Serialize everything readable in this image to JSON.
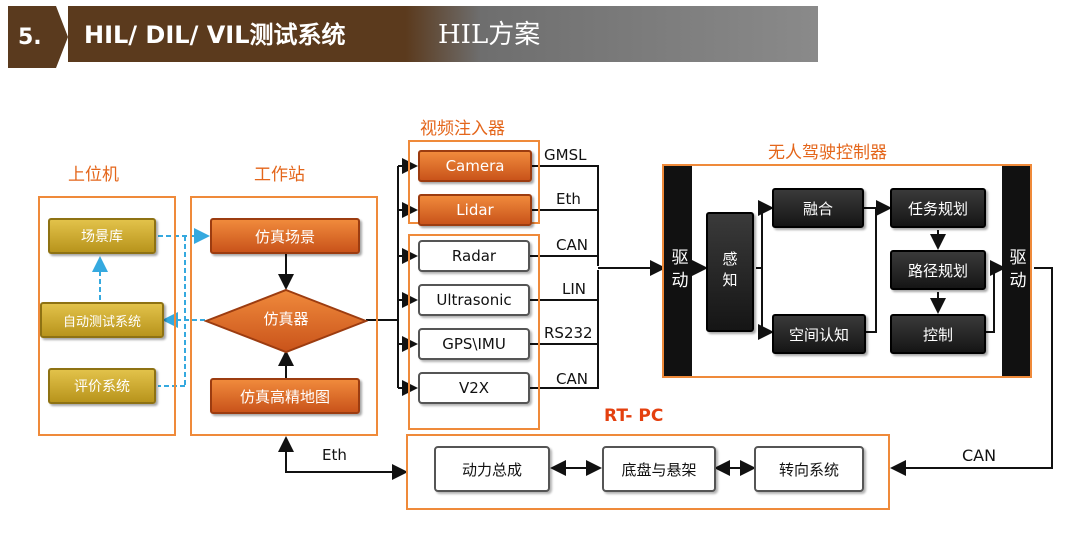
{
  "header": {
    "number": "5.",
    "title": "HIL/ DIL/ VIL测试系统",
    "subtitle": "HIL方案"
  },
  "sections": {
    "host": "上位机",
    "workstation": "工作站",
    "video_injector": "视频注入器",
    "adc": "无人驾驶控制器",
    "rtpc": "RT- PC"
  },
  "host": {
    "scene_lib": "场景库",
    "auto_test": "自动测试系统",
    "eval": "评价系统"
  },
  "workstation": {
    "sim_scene": "仿真场景",
    "simulator": "仿真器",
    "hd_map": "仿真高精地图"
  },
  "sensors": [
    {
      "label": "Camera",
      "wire": "GMSL"
    },
    {
      "label": "Lidar",
      "wire": "Eth"
    },
    {
      "label": "Radar",
      "wire": "CAN"
    },
    {
      "label": "Ultrasonic",
      "wire": "LIN"
    },
    {
      "label": "GPS\\IMU",
      "wire": "RS232"
    },
    {
      "label": "V2X",
      "wire": "CAN"
    }
  ],
  "controller": {
    "drive_left": "驱动",
    "perception": "感知",
    "fusion": "融合",
    "spatial": "空间认知",
    "task_plan": "任务规划",
    "path_plan": "路径规划",
    "control": "控制",
    "drive_right": "驱动"
  },
  "rtpc": {
    "powertrain": "动力总成",
    "chassis": "底盘与悬架",
    "steering": "转向系统"
  },
  "links": {
    "eth": "Eth",
    "can": "CAN"
  },
  "colors": {
    "orange": "#e4661b",
    "gold": "#c9a52a",
    "dark": "#111111"
  }
}
